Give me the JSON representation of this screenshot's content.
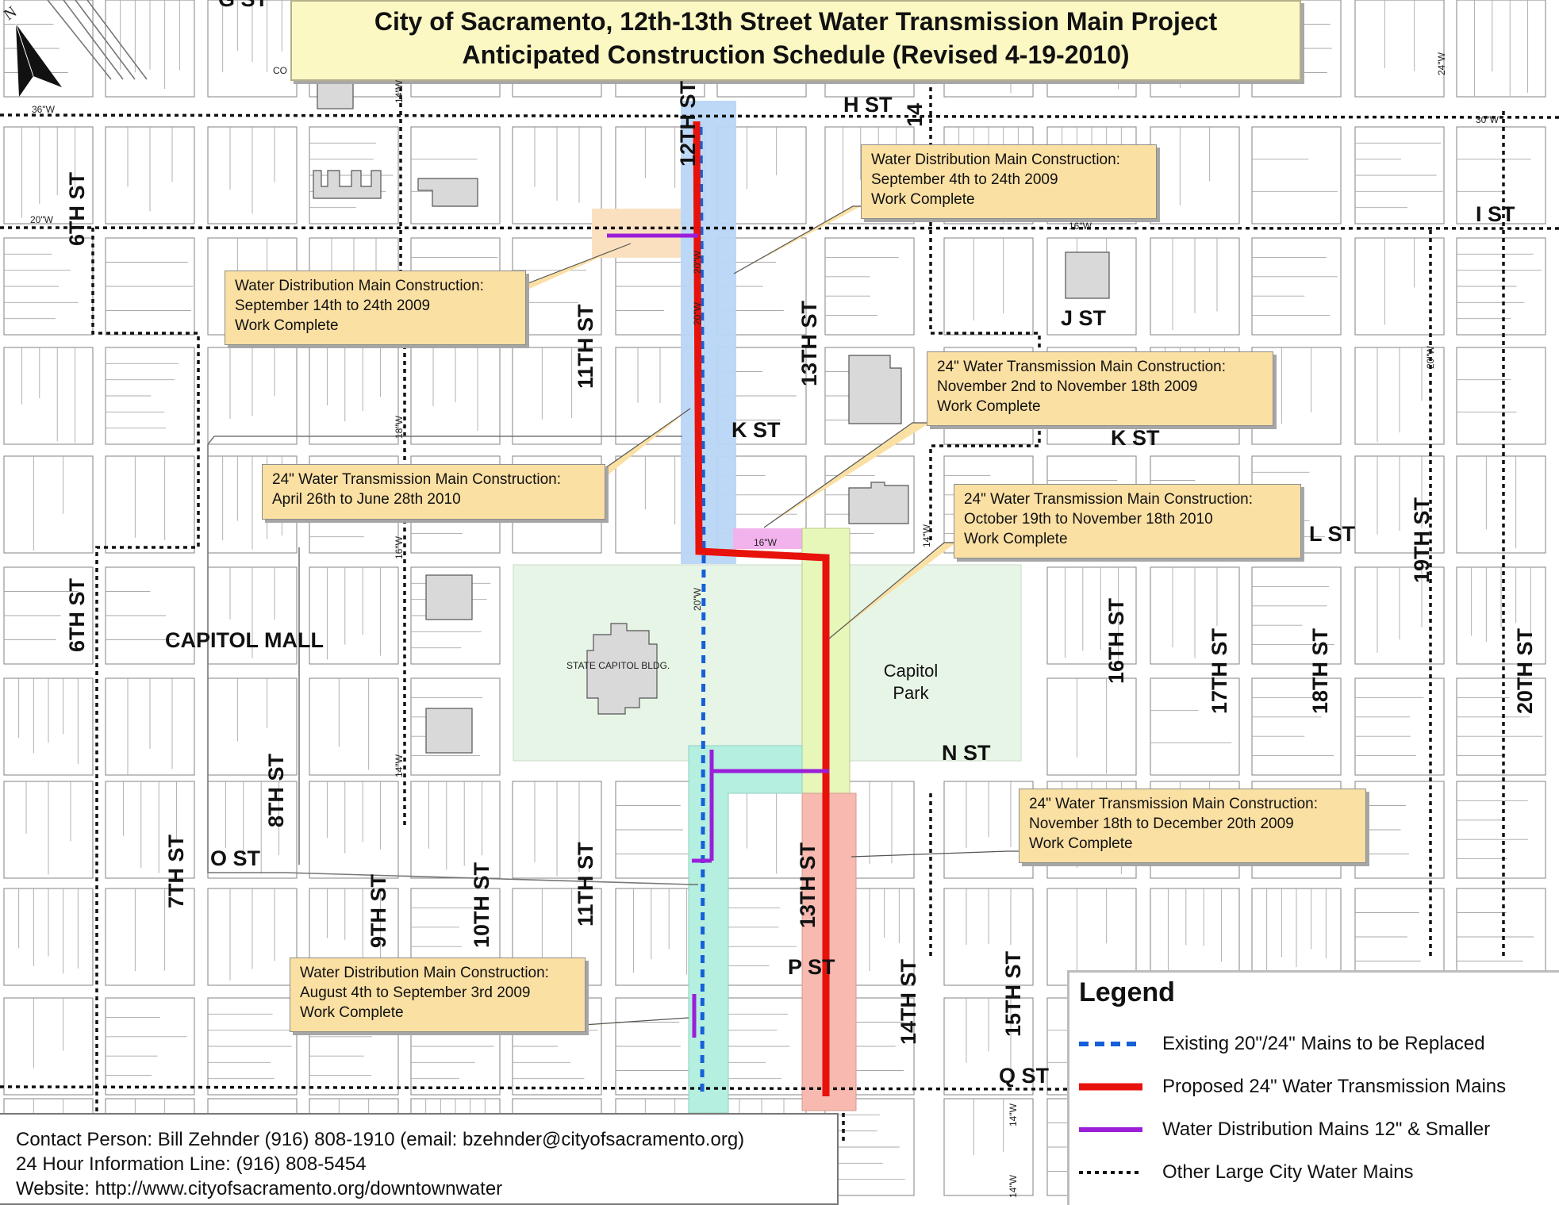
{
  "title": {
    "line1": "City of Sacramento, 12th-13th Street Water Transmission Main Project",
    "line2": "Anticipated Construction Schedule  (Revised 4-19-2010)"
  },
  "north_label": "N",
  "callouts": [
    {
      "id": "dist-sep4",
      "line1": "Water Distribution Main Construction:",
      "line2": "September 4th to 24th 2009",
      "line3": "Work Complete"
    },
    {
      "id": "dist-sep14",
      "line1": "Water Distribution Main Construction:",
      "line2": "September 14th to 24th 2009",
      "line3": "Work Complete"
    },
    {
      "id": "trans-nov2",
      "line1": "24\" Water Transmission Main Construction:",
      "line2": "November 2nd to November 18th 2009",
      "line3": "Work Complete"
    },
    {
      "id": "trans-apr26",
      "line1": "24\" Water Transmission Main Construction:",
      "line2": "April 26th to June 28th 2010",
      "line3": ""
    },
    {
      "id": "trans-oct19",
      "line1": "24\" Water Transmission Main Construction:",
      "line2": "October 19th to November 18th 2010",
      "line3": "Work Complete"
    },
    {
      "id": "trans-nov18",
      "line1": "24\" Water Transmission Main Construction:",
      "line2": "November 18th to December 20th 2009",
      "line3": "Work Complete"
    },
    {
      "id": "dist-aug4",
      "line1": "Water Distribution Main Construction:",
      "line2": "August 4th to September 3rd 2009",
      "line3": "Work Complete"
    }
  ],
  "streets": {
    "g_st": "G ST",
    "h_st": "H ST",
    "i_st": "I ST",
    "j_st": "J ST",
    "k_st": "K ST",
    "k_st_2": "K ST",
    "l_st": "L ST",
    "n_st": "N ST",
    "o_st": "O ST",
    "p_st": "P ST",
    "q_st": "Q ST",
    "capitol_mall": "CAPITOL MALL",
    "st6_top": "6TH ST",
    "st6_mid": "6TH ST",
    "st7": "7TH ST",
    "st8": "8TH ST",
    "st9": "9TH ST",
    "st10": "10TH ST",
    "st11_top": "11TH ST",
    "st11_bot": "11TH ST",
    "st12": "12TH ST",
    "st13_top": "13TH ST",
    "st13_bot": "13TH ST",
    "st14_top": "14",
    "st14_bot": "14TH ST",
    "st15": "15TH ST",
    "st16": "16TH ST",
    "st17": "17TH ST",
    "st18": "18TH ST",
    "st19": "19TH ST",
    "st20": "20TH ST"
  },
  "places": {
    "capitol_park_1": "Capitol",
    "capitol_park_2": "Park",
    "capitol_bldg": "STATE CAPITOL BLDG.",
    "co": "CO"
  },
  "pipe_size_labels": {
    "w36": "36\"W",
    "w30": "30\"W",
    "w20a": "20\"W",
    "w16a": "16\"W",
    "w16b": "16\"W",
    "w14a": "14\"W",
    "w14b": "14\"W",
    "w14c": "14\"W",
    "w14d": "14\"W",
    "w14e": "14\"W",
    "w18": "18\"W",
    "w16c": "16\"W",
    "w20b": "20\"W",
    "w20c": "20\"W",
    "w20d": "20\"W",
    "w20e": "20\"W",
    "w24": "24\"W"
  },
  "legend": {
    "title": "Legend",
    "items": [
      {
        "label": "Existing 20\"/24\" Mains to be Replaced",
        "color": "#1560d8",
        "style": "dashed-blue"
      },
      {
        "label": "Proposed 24\" Water Transmission Mains",
        "color": "#e8120c",
        "style": "solid-red"
      },
      {
        "label": "Water Distribution Mains 12\" & Smaller",
        "color": "#9b1fd8",
        "style": "solid-purple"
      },
      {
        "label": "Other Large City Water Mains",
        "color": "#111111",
        "style": "dotted-black"
      }
    ]
  },
  "contact": {
    "line1": "Contact Person:  Bill Zehnder (916) 808-1910 (email: bzehnder@cityofsacramento.org)",
    "line2": "24 Hour Information Line:  (916) 808-5454",
    "line3": "Website: http://www.cityofsacramento.org/downtownwater"
  },
  "colors": {
    "transmission_main": "#e8120c",
    "distribution_main": "#9b1fd8",
    "existing_main": "#1560d8",
    "other_main": "#111111",
    "zone_blue": "#b9d6f5",
    "zone_green": "#e6f7b9",
    "zone_red": "#f7b9b0",
    "zone_teal": "#b4efe0",
    "zone_pink": "#f2b2ec",
    "zone_orange": "#fbe0c0",
    "capitol_park": "#e7f5e6",
    "callout_fill": "#fbe0a4",
    "title_fill": "#fbf8c4"
  }
}
